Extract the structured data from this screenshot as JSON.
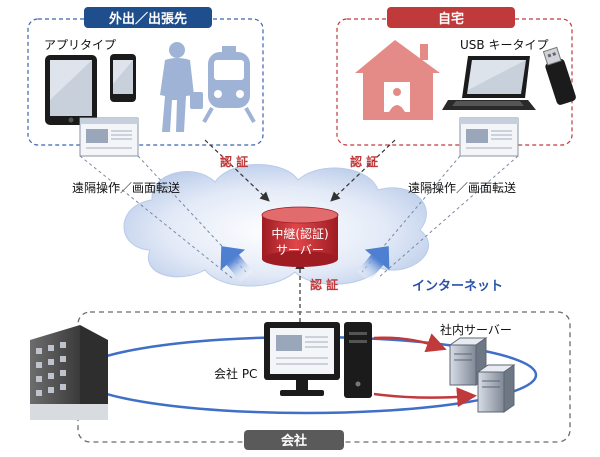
{
  "groups": {
    "outside": {
      "label": "外出／出張先",
      "color": "#1f4e8c"
    },
    "home": {
      "label": "自宅",
      "color": "#c0393b"
    },
    "company": {
      "label": "会社",
      "color": "#5a5a5a"
    }
  },
  "devices": {
    "app_type": "アプリタイプ",
    "usb_key_type": "USB キータイプ",
    "company_pc": "会社 PC",
    "internal_server": "社内サーバー"
  },
  "labels": {
    "remote_left": "遠隔操作／画面転送",
    "remote_right": "遠隔操作／画面転送",
    "auth_left": "認 証",
    "auth_right": "認 証",
    "auth_bottom": "認 証",
    "internet": "インターネット",
    "relay_server_line1": "中継(認証)",
    "relay_server_line2": "サーバー"
  },
  "colors": {
    "auth_text": "#c0393b",
    "internet_text": "#2a52a8",
    "relay_server": "#c72b2f",
    "home_illustration": "#e58b87",
    "person_illustration": "#9fb3d6",
    "cloud": "#c6d5ee",
    "network_ring": "#3f6fc7",
    "data_arrow": "#c0393b"
  }
}
